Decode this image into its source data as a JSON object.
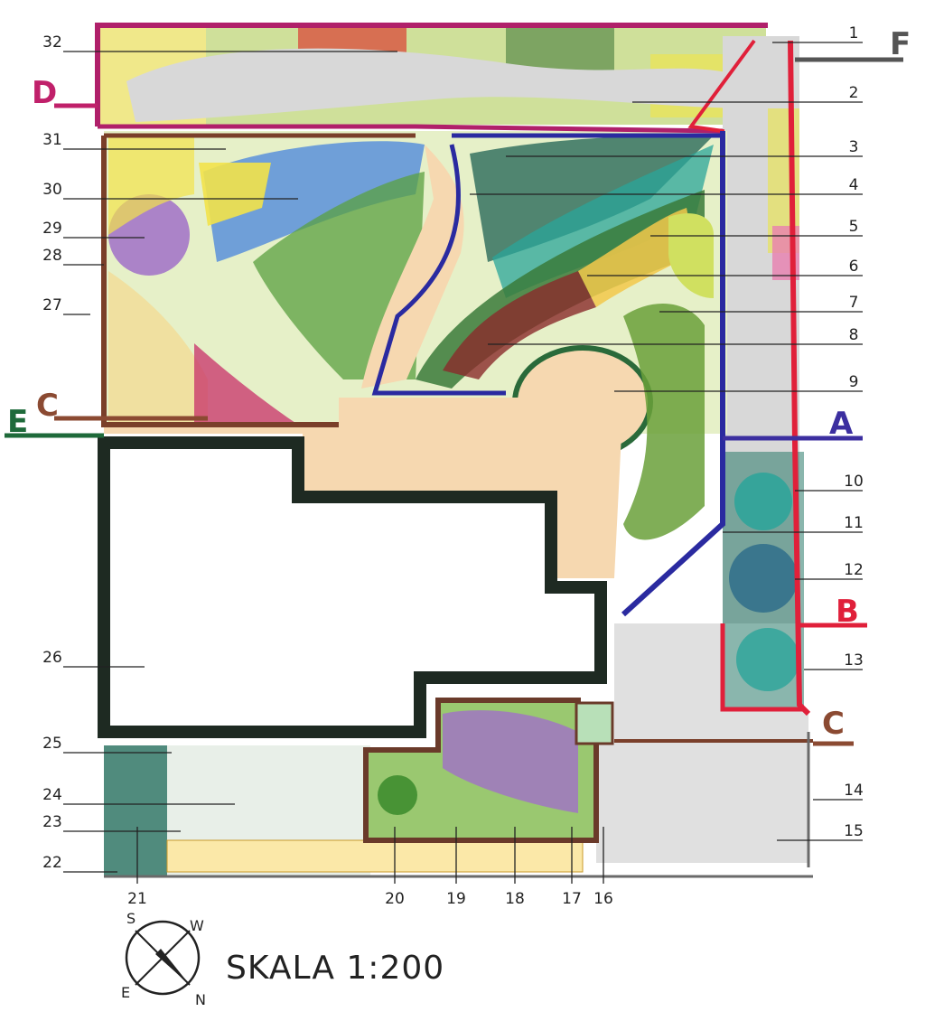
{
  "callouts_right": [
    "1",
    "2",
    "3",
    "4",
    "5",
    "6",
    "7",
    "8",
    "9",
    "10",
    "11",
    "12",
    "13",
    "14",
    "15"
  ],
  "callouts_bottom": [
    "16",
    "17",
    "18",
    "19",
    "20",
    "21"
  ],
  "callouts_left": [
    "22",
    "23",
    "24",
    "25",
    "26",
    "27",
    "28",
    "29",
    "30",
    "31",
    "32"
  ],
  "section_labels": {
    "A": {
      "text": "A",
      "color": "#3c2fa0"
    },
    "B": {
      "text": "B",
      "color": "#e0203a"
    },
    "C_left": {
      "text": "C",
      "color": "#8b4a32"
    },
    "C_right": {
      "text": "C",
      "color": "#8b4a32"
    },
    "D": {
      "text": "D",
      "color": "#c0206a"
    },
    "E": {
      "text": "E",
      "color": "#1e6a3a"
    },
    "F": {
      "text": "F",
      "color": "#555555"
    }
  },
  "compass": {
    "n": "N",
    "s": "S",
    "e": "E",
    "w": "W"
  },
  "scale_text": "SKALA 1:200",
  "colors": {
    "house": "#ffffff",
    "house_border": "#1e2a22",
    "path": "#dcdcdc",
    "terrace": "#f6d8b0",
    "water": "#6f9fd8",
    "grass_green": "#7cbb3a",
    "yellow_plant": "#f2e24a",
    "dark_green": "#2f6b3a",
    "teal": "#2aa59a",
    "purple": "#a070c8",
    "maroon": "#8a2a2a",
    "red_border": "#e0203a",
    "blue_border": "#2a2aa0",
    "magenta_border": "#b0206a",
    "brown_border": "#7a3f2a"
  }
}
